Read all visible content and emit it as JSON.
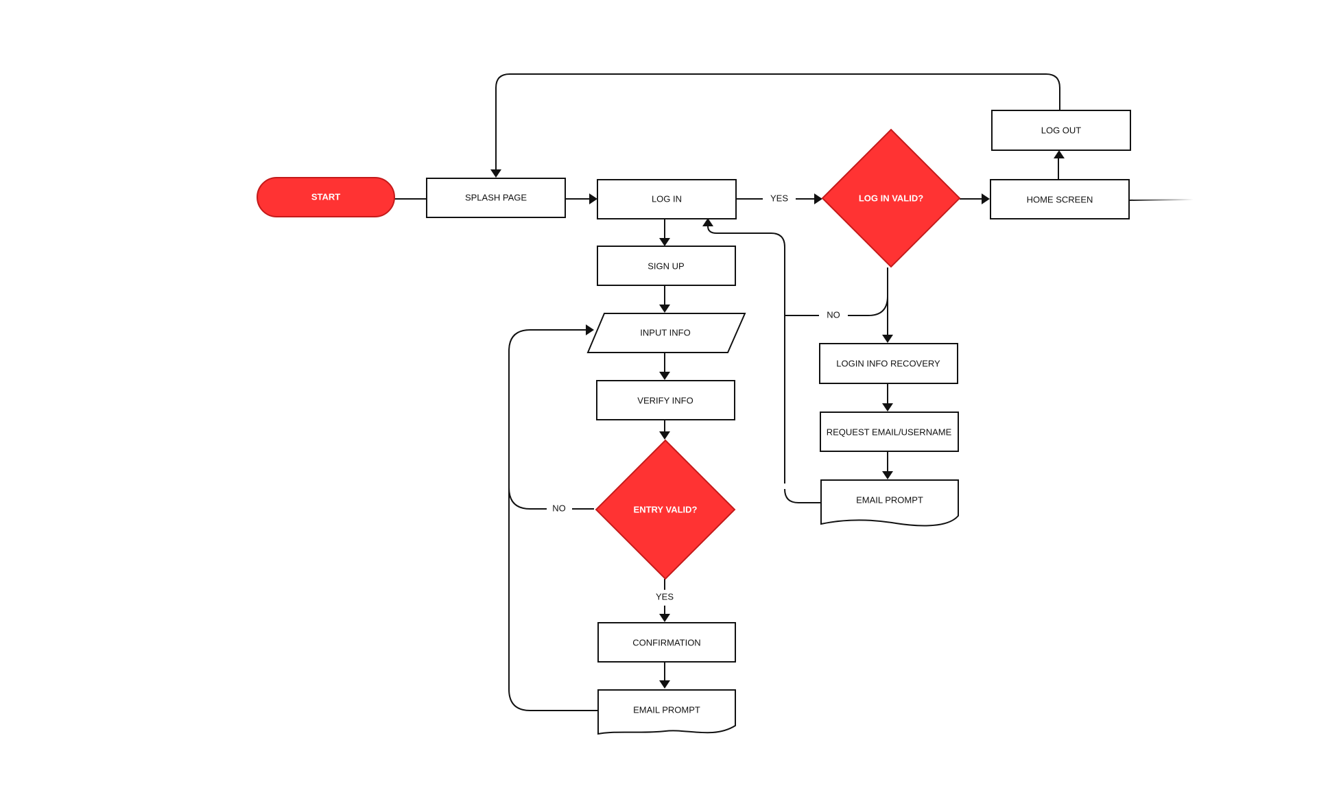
{
  "colors": {
    "accent": "#ff3333",
    "accent_stroke": "#c41a1a",
    "line": "#111111",
    "background": "#ffffff"
  },
  "nodes": {
    "start": "START",
    "splash_page": "SPLASH PAGE",
    "log_in": "LOG IN",
    "log_in_valid": "LOG IN VALID?",
    "home_screen": "HOME SCREEN",
    "log_out": "LOG OUT",
    "sign_up": "SIGN UP",
    "input_info": "INPUT INFO",
    "verify_info": "VERIFY INFO",
    "entry_valid": "ENTRY VALID?",
    "confirmation": "CONFIRMATION",
    "email_prompt_signup": "EMAIL PROMPT",
    "login_info_recovery": "LOGIN INFO RECOVERY",
    "request_email_username": "REQUEST EMAIL/USERNAME",
    "email_prompt_recovery": "EMAIL PROMPT"
  },
  "edge_labels": {
    "login_yes": "YES",
    "login_no": "NO",
    "entry_no": "NO",
    "entry_yes": "YES"
  }
}
